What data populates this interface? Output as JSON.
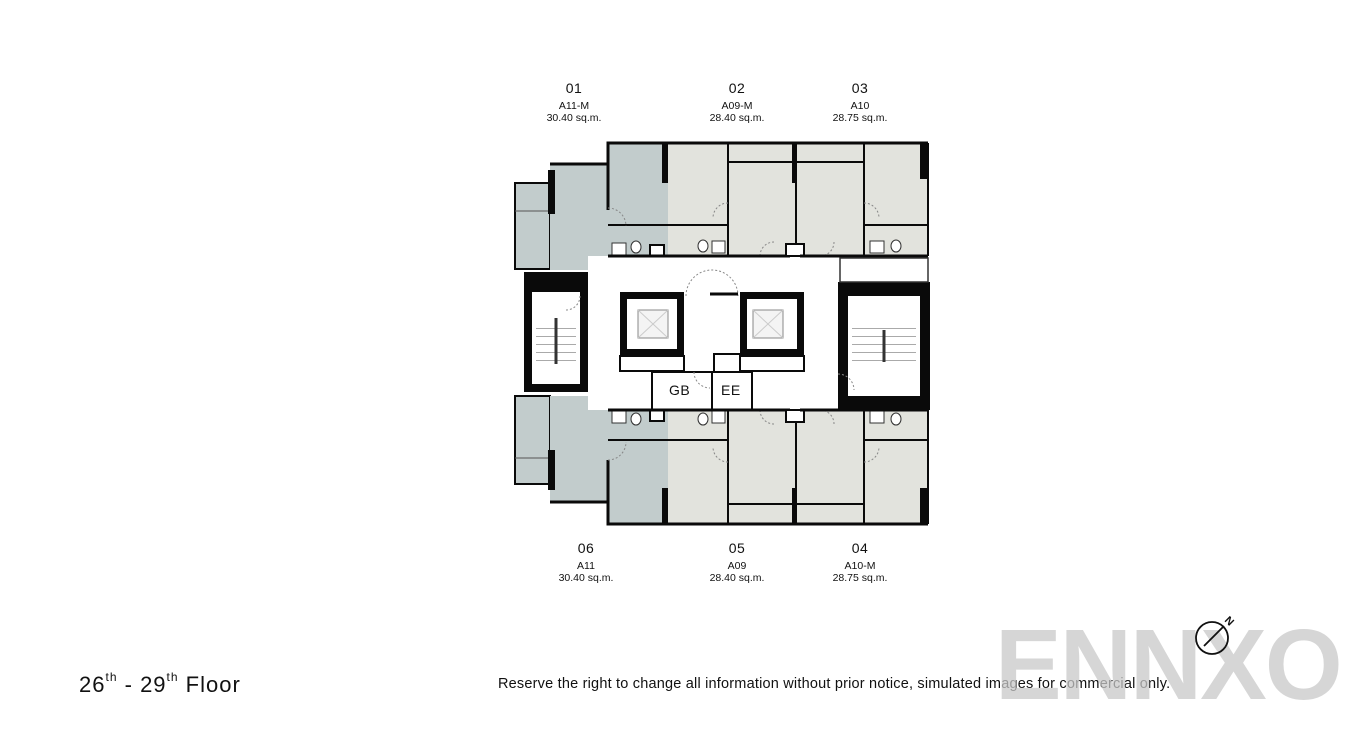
{
  "floor": {
    "title_parts": [
      {
        "num": "26",
        "sup": "th"
      },
      {
        "sep": " - "
      },
      {
        "num": "29",
        "sup": "th"
      },
      {
        "suffix": " Floor"
      }
    ],
    "start_num": "26",
    "start_sup": "th",
    "separator": " - ",
    "end_num": "29",
    "end_sup": "th",
    "suffix": " Floor"
  },
  "units_top": [
    {
      "number": "01",
      "type": "A11-M",
      "area": "30.40 sq.m."
    },
    {
      "number": "02",
      "type": "A09-M",
      "area": "28.40 sq.m."
    },
    {
      "number": "03",
      "type": "A10",
      "area": "28.75 sq.m."
    }
  ],
  "units_bottom": [
    {
      "number": "06",
      "type": "A11",
      "area": "30.40 sq.m."
    },
    {
      "number": "05",
      "type": "A09",
      "area": "28.40 sq.m."
    },
    {
      "number": "04",
      "type": "A10-M",
      "area": "28.75 sq.m."
    }
  ],
  "rooms": {
    "gb": "GB",
    "ee": "EE"
  },
  "disclaimer": "Reserve the right to change all information without prior notice, simulated images for commercial only.",
  "watermark": "ENNXO",
  "compass": {
    "label": "N",
    "icon": "north-arrow-icon"
  },
  "colors": {
    "unit_large": "#c2cccc",
    "unit_standard": "#e2e3dd",
    "wall": "#0a0a0a",
    "corridor": "#ffffff",
    "watermark": "#c8c8c8"
  }
}
